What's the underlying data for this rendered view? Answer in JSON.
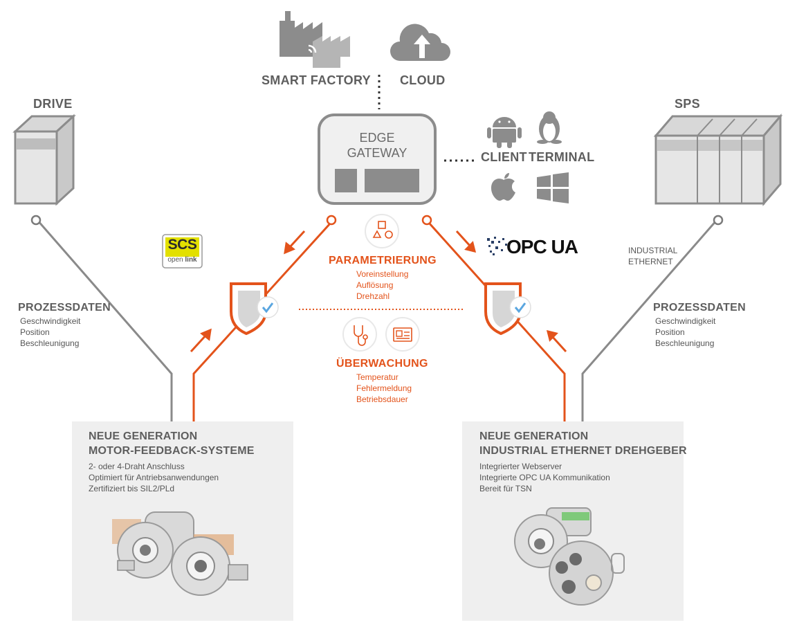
{
  "top": {
    "smart_factory": "SMART FACTORY",
    "cloud": "CLOUD"
  },
  "drive": {
    "label": "DRIVE"
  },
  "sps": {
    "label": "SPS"
  },
  "gateway": {
    "line1": "EDGE",
    "line2": "GATEWAY"
  },
  "clients": {
    "client": "CLIENT",
    "terminal": "TERMINAL"
  },
  "logos": {
    "scs": {
      "big": "SCS",
      "small_a": "open ",
      "small_b": "link"
    },
    "opcua": {
      "word1": "OPC",
      "word2": "UA"
    }
  },
  "industrial_ethernet": [
    "INDUSTRIAL",
    "ETHERNET"
  ],
  "prozess_left": {
    "title": "PROZESSDATEN",
    "items": [
      "Geschwindigkeit",
      "Position",
      "Beschleunigung"
    ]
  },
  "prozess_right": {
    "title": "PROZESSDATEN",
    "items": [
      "Geschwindigkeit",
      "Position",
      "Beschleunigung"
    ]
  },
  "parametrierung": {
    "title": "PARAMETRIERUNG",
    "items": [
      "Voreinstellung",
      "Auflösung",
      "Drehzahl"
    ]
  },
  "ueberwachung": {
    "title": "ÜBERWACHUNG",
    "items": [
      "Temperatur",
      "Fehlermeldung",
      "Betriebsdauer"
    ]
  },
  "panel_left": {
    "title1": "NEUE GENERATION",
    "title2": "MOTOR-FEEDBACK-SYSTEME",
    "items": [
      "2- oder 4-Draht Anschluss",
      "Optimiert für Antriebsanwendungen",
      "Zertifiziert bis SIL2/PLd"
    ]
  },
  "panel_right": {
    "title1": "NEUE GENERATION",
    "title2": "INDUSTRIAL ETHERNET DREHGEBER",
    "items": [
      "Integrierter Webserver",
      "Integrierte OPC UA Kommunikation",
      "Bereit für TSN"
    ]
  },
  "colors": {
    "orange": "#e3531b",
    "gray": "#8a8a8a",
    "panel": "#efefef",
    "check": "#5aa6e0"
  }
}
